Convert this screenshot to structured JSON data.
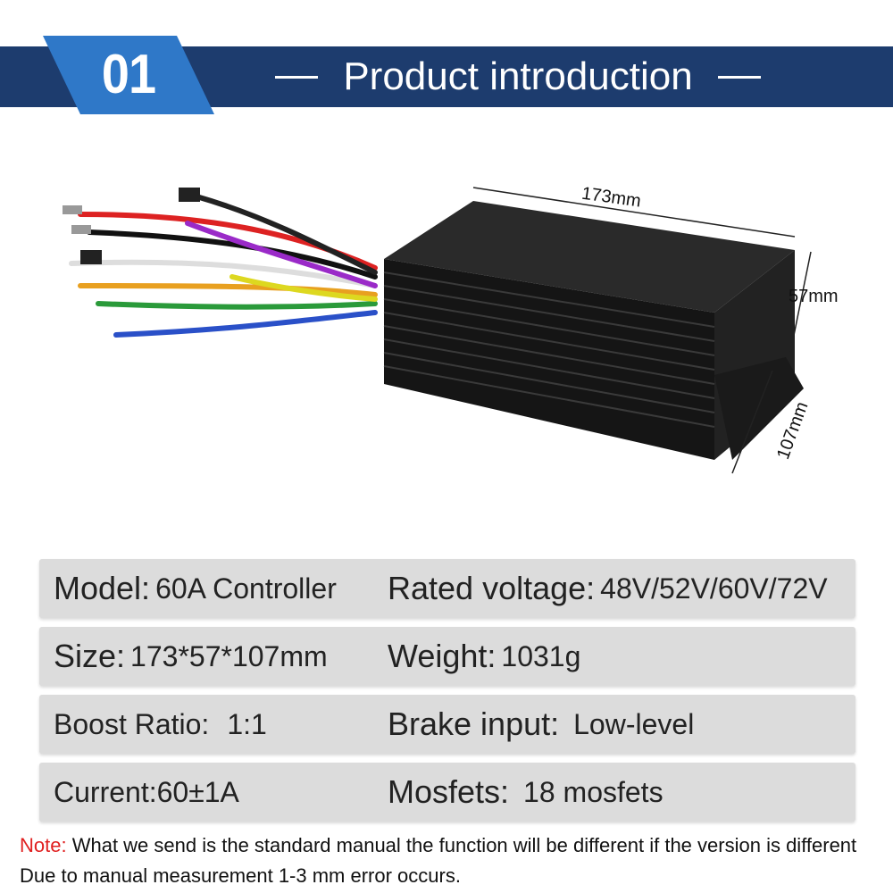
{
  "header": {
    "badge_number": "01",
    "title": "Product introduction",
    "colors": {
      "banner": "#1d3c6e",
      "badge": "#2f78c8"
    }
  },
  "product_image": {
    "dimensions": {
      "length": "173mm",
      "height": "57mm",
      "width": "107mm"
    }
  },
  "specs": [
    {
      "left_key": "Model:",
      "left_value": "60A Controller",
      "right_key": "Rated voltage:",
      "right_value": "48V/52V/60V/72V"
    },
    {
      "left_key": "Size:",
      "left_value": "173*57*107mm",
      "right_key": "Weight:",
      "right_value": "1031g"
    },
    {
      "left_key": "Boost Ratio:",
      "left_value": "1:1",
      "right_key": "Brake input:",
      "right_value": "Low-level"
    },
    {
      "left_key": "Current:",
      "left_value": "60±1A",
      "right_key": "Mosfets:",
      "right_value": "18 mosfets"
    }
  ],
  "note": {
    "label": "Note:",
    "line1": " What we send is the standard manual the function will be different if the version is different",
    "line2": "Due to manual measurement 1-3 mm error occurs."
  }
}
